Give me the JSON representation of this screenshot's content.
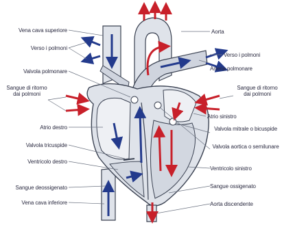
{
  "labels_left": {
    "vena_cava_superiore": "Vena cava superiore",
    "verso_i_polmoni_left": "Verso i polmoni",
    "valvola_polmonare": "Valvola polmonare",
    "sangue_ritorno_left": "Sangue di ritorno dai polmoni",
    "atrio_destro": "Atrio destro",
    "valvola_tricuspide": "Valvola tricuspide",
    "ventricolo_destro": "Ventricolo destro",
    "sangue_deossigenato": "Sangue deossigenato",
    "vena_cava_inferiore": "Vena cava inferiore"
  },
  "labels_right": {
    "aorta": "Aorta",
    "verso_i_polmoni_right": "Verso i polmoni",
    "arteria_polmonare": "Arteria polmonare",
    "sangue_ritorno_right": "Sangue di ritorno dai polmoni",
    "atrio_sinistro": "Atrio sinistro",
    "valvola_mitrale": "Valvola mitrale o bicuspide",
    "valvola_aortica": "Valvola aortica o semilunare",
    "ventricolo_sinistro": "Ventricolo sinistro",
    "sangue_ossigenato": "Sangue ossigenato",
    "aorta_discendente": "Aorta discendente"
  },
  "colors": {
    "oxygenated": "#c8202a",
    "deoxygenated": "#233a8c",
    "tissue": "#dfe3ea",
    "tissue_dark": "#c3c9d4",
    "outline": "#3b4252"
  }
}
